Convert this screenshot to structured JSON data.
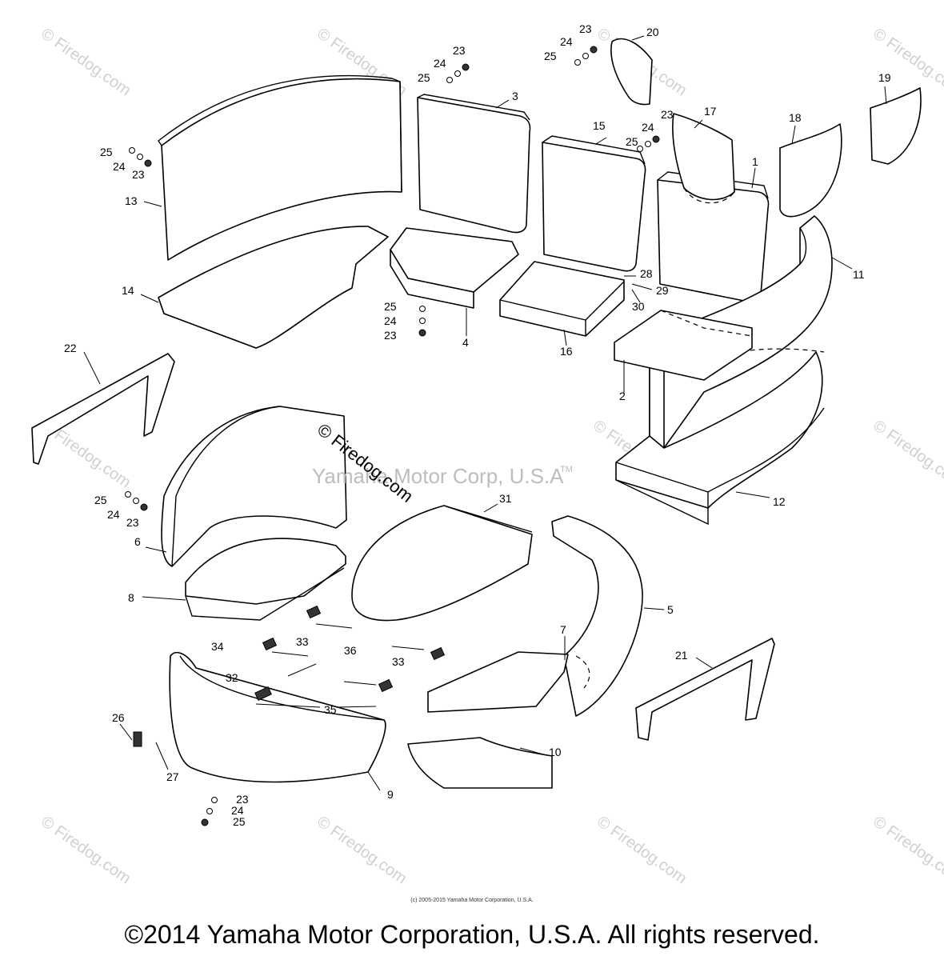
{
  "diagram": {
    "center_watermark": "Yamaha Motor Corp, U.S.A",
    "trademark": "TM",
    "stamp_watermark": "© Firedog.com",
    "bg_watermark": "© Firedog.com",
    "callouts": {
      "p1": "1",
      "p2": "2",
      "p3": "3",
      "p4": "4",
      "p5": "5",
      "p6": "6",
      "p7": "7",
      "p8": "8",
      "p9": "9",
      "p10": "10",
      "p11": "11",
      "p12": "12",
      "p13": "13",
      "p14": "14",
      "p15": "15",
      "p16": "16",
      "p17": "17",
      "p18": "18",
      "p19": "19",
      "p20": "20",
      "p21": "21",
      "p22": "22",
      "p26": "26",
      "p27": "27",
      "p28": "28",
      "p29": "29",
      "p30": "30",
      "p31": "31",
      "p32": "32",
      "p34": "34",
      "p35": "35",
      "p36": "36",
      "p33a": "33",
      "p33b": "33",
      "h23": "23",
      "h24": "24",
      "h25": "25"
    }
  },
  "footer": {
    "small_copyright": "(c) 2005-2015 Yamaha Motor Corporation, U.S.A.",
    "copyright": "©2014 Yamaha Motor Corporation, U.S.A. All rights reserved."
  }
}
